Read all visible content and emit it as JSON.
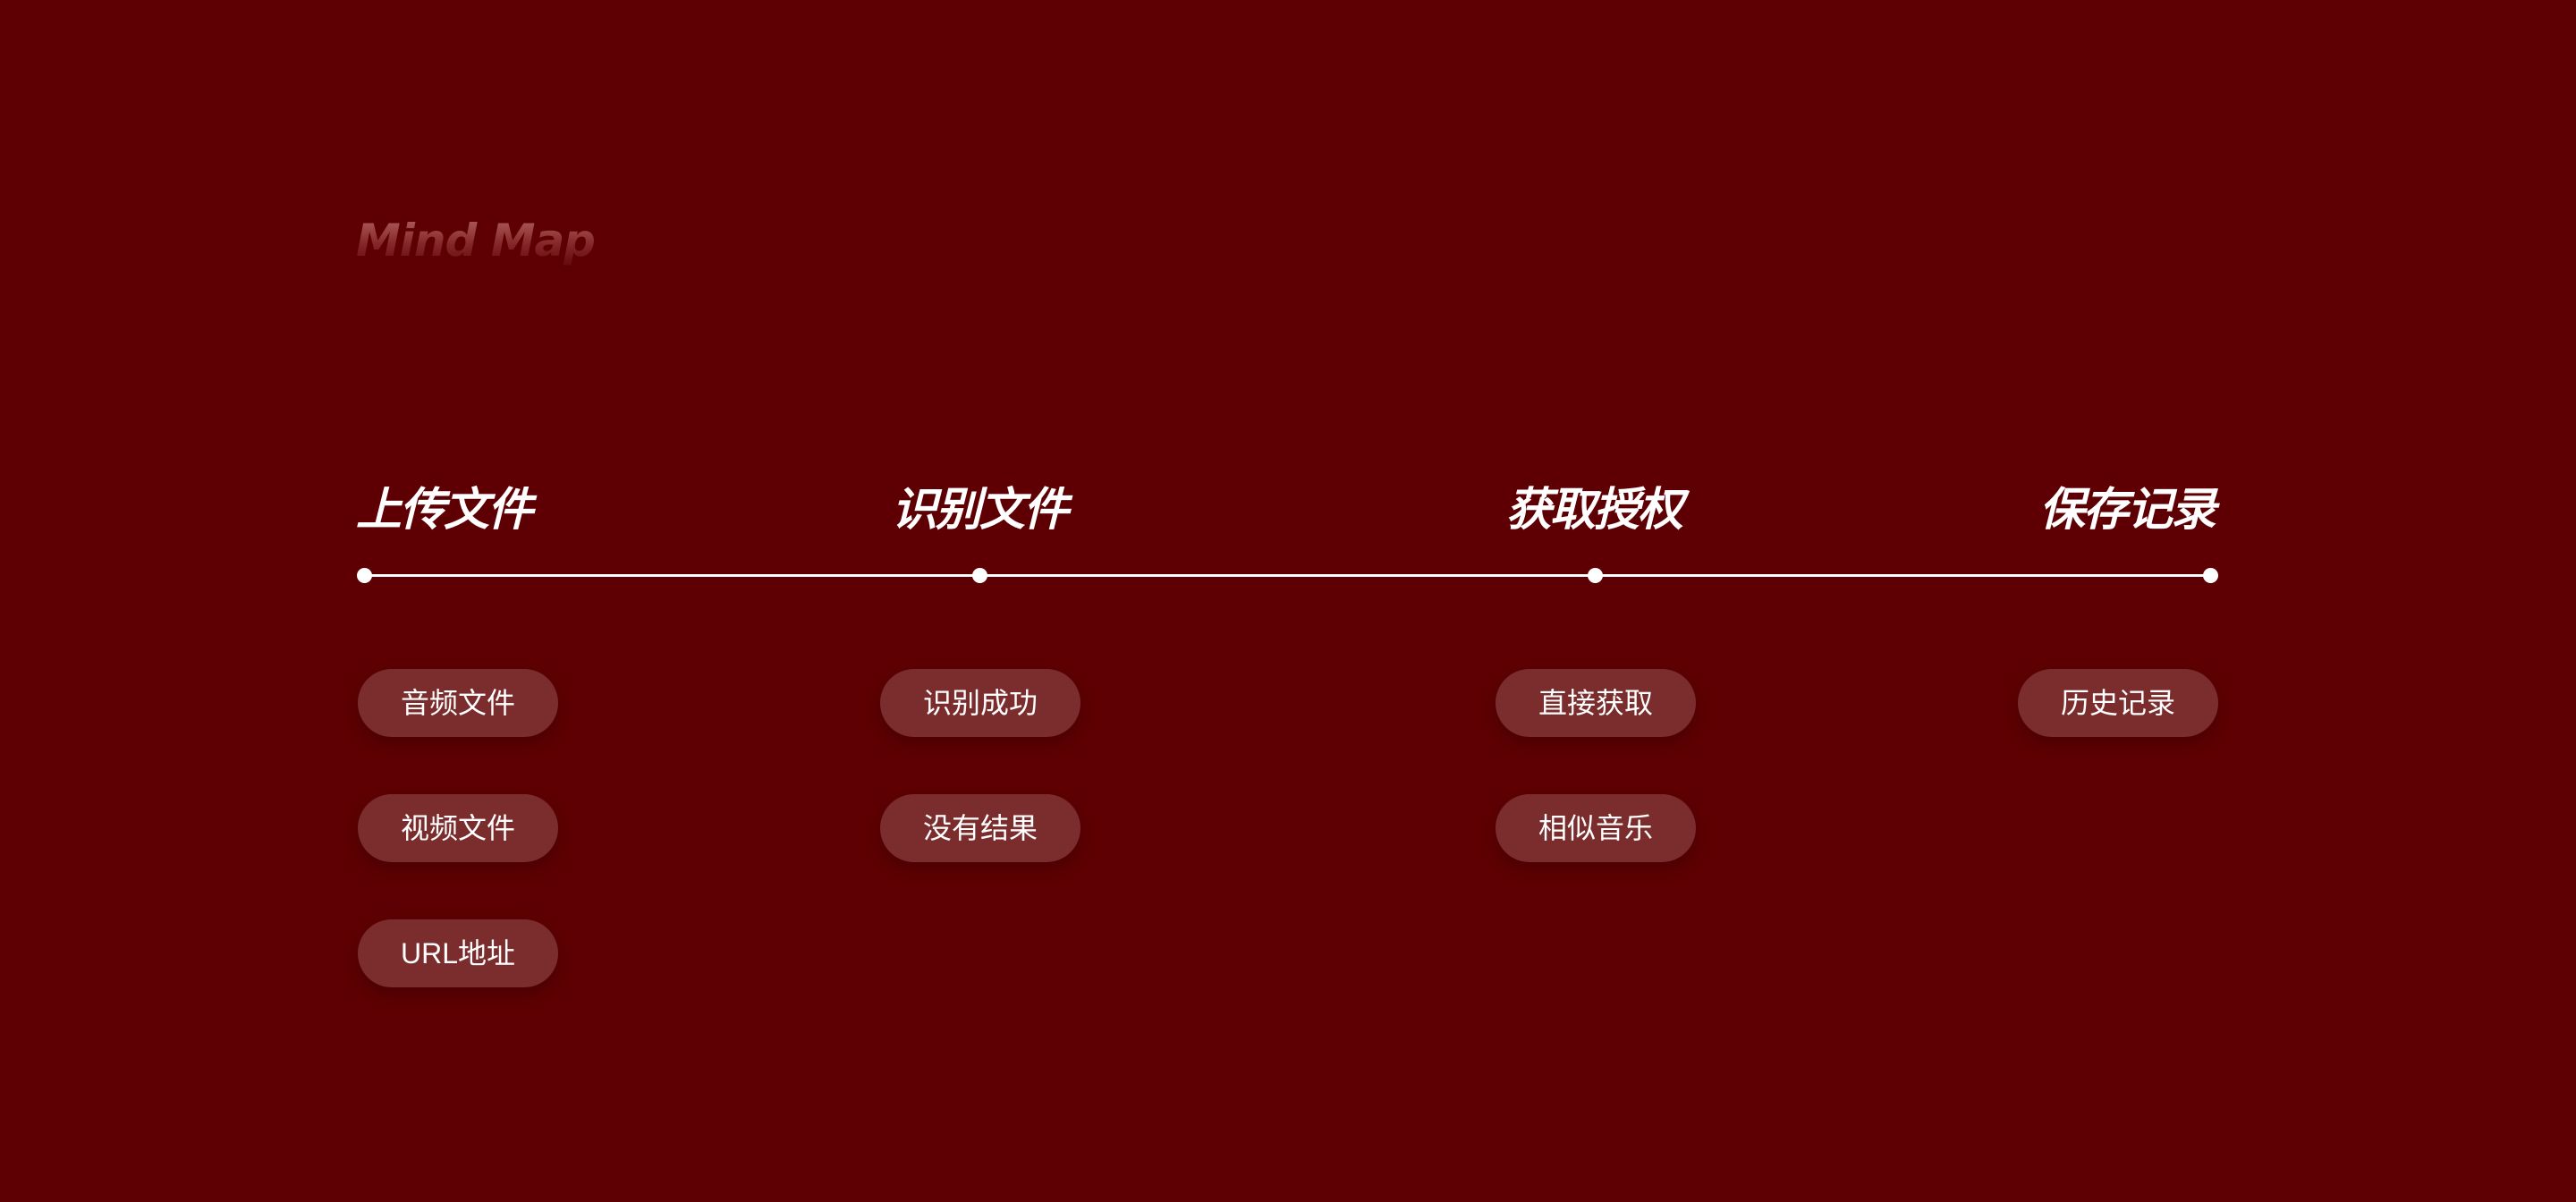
{
  "title": "Mind Map",
  "stages": [
    {
      "heading": "上传文件",
      "items": [
        "音频文件",
        "视频文件",
        "URL地址"
      ]
    },
    {
      "heading": "识别文件",
      "items": [
        "识别成功",
        "没有结果"
      ]
    },
    {
      "heading": "获取授权",
      "items": [
        "直接获取",
        "相似音乐"
      ]
    },
    {
      "heading": "保存记录",
      "items": [
        "历史记录"
      ]
    }
  ],
  "colors": {
    "background": "#5e0003",
    "pill": "#7b2d2d",
    "line": "#ffffff"
  }
}
